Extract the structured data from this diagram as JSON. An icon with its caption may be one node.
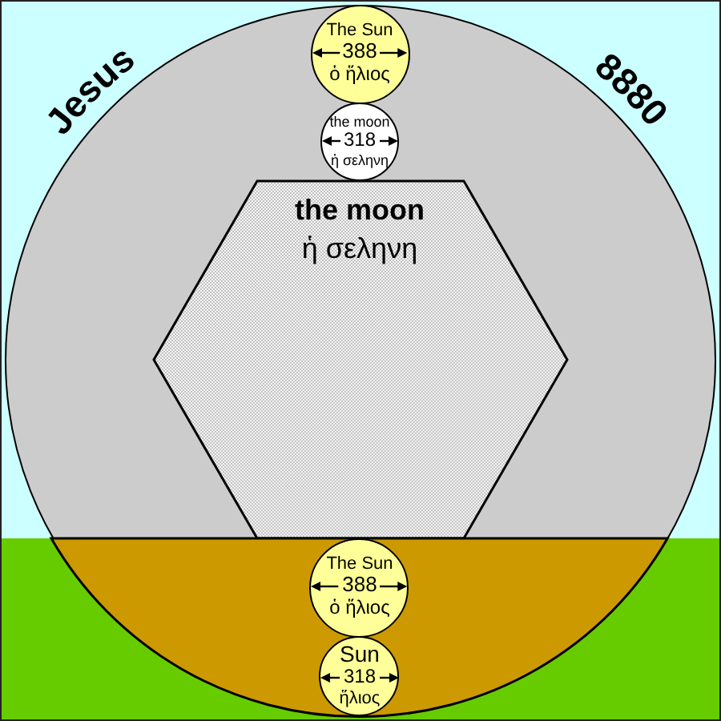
{
  "diagram": {
    "nodes": [
      {
        "text": [],
        "shape": "circle",
        "beside": [
          "Jesus",
          "8880"
        ]
      },
      {
        "text": [
          "The Sun",
          "388",
          "ὁ ἥλιος"
        ],
        "in": 0
      },
      {
        "text": [
          "the moon",
          "318",
          "ἡ σεληνη"
        ],
        "in": 0
      },
      {
        "text": [
          "the moon",
          "ἡ σεληνη"
        ],
        "in": 0
      },
      {
        "text": [],
        "shape": "segment",
        "in": 0
      },
      {
        "text": [
          "The Sun",
          "388",
          "ὁ ἥλιος"
        ],
        "in": 4
      },
      {
        "text": [
          "Sun",
          "318",
          "ἥλιος"
        ],
        "in": 4
      }
    ]
  }
}
